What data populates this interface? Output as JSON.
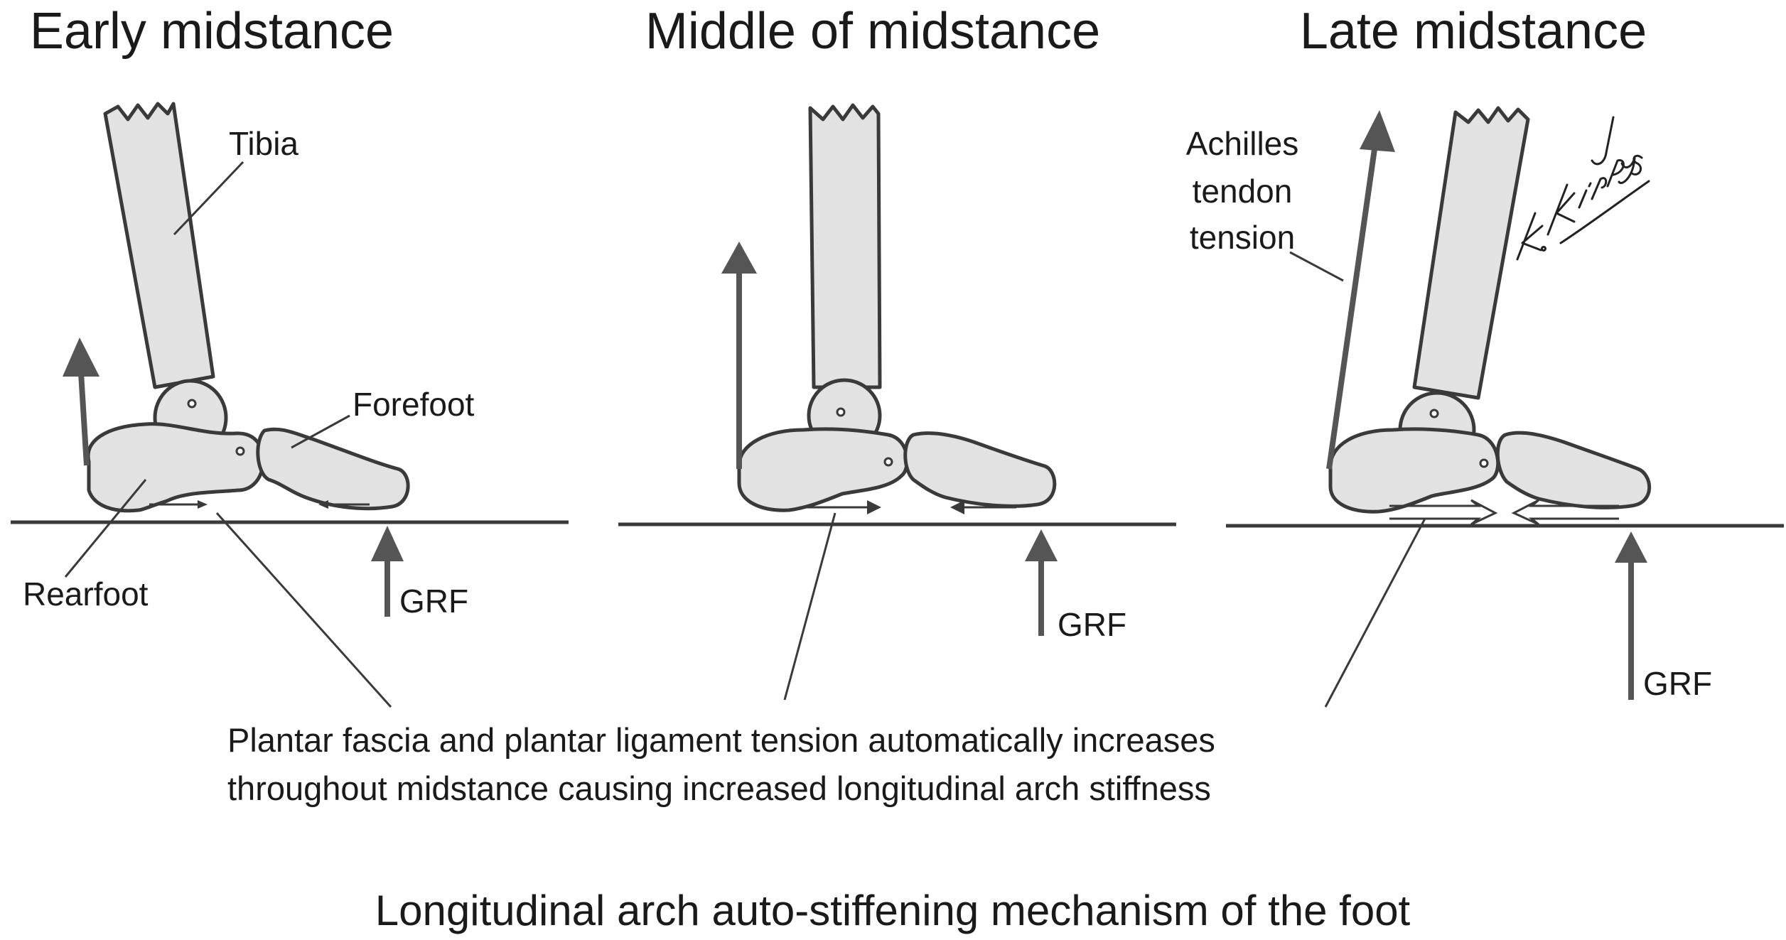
{
  "panels": [
    {
      "title": "Early midstance"
    },
    {
      "title": "Middle of midstance"
    },
    {
      "title": "Late midstance"
    }
  ],
  "labels": {
    "tibia": "Tibia",
    "forefoot": "Forefoot",
    "rearfoot": "Rearfoot",
    "grf": "GRF",
    "achilles_1": "Achilles",
    "achilles_2": "tendon",
    "achilles_3": "tension"
  },
  "caption": {
    "line1": "Plantar fascia and plantar ligament tension automatically increases",
    "line2": "throughout midstance causing increased longitudinal arch stiffness"
  },
  "footer": "Longitudinal arch auto-stiffening mechanism of the foot",
  "signature": "K.Kirby",
  "colors": {
    "bone_fill": "#e2e2e2",
    "outline": "#3a3a3a",
    "force_arrow": "#555555",
    "background": "#ffffff"
  }
}
